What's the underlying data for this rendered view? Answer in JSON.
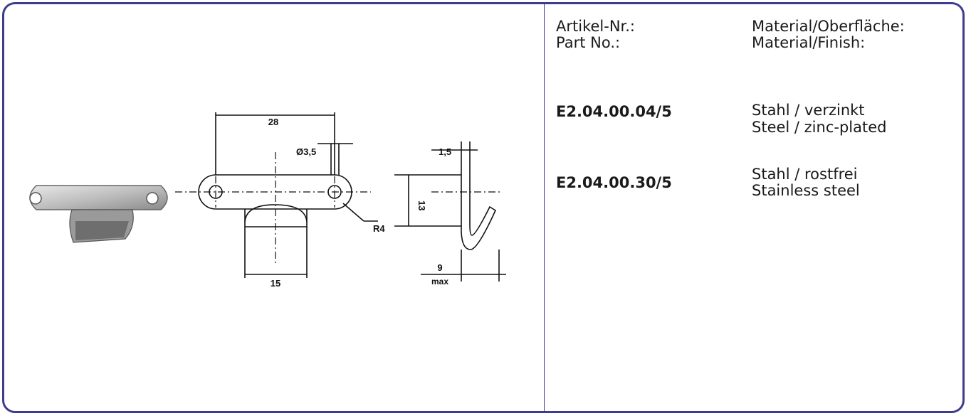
{
  "header": {
    "part_label_de": "Artikel-Nr.:",
    "part_label_en": "Part No.:",
    "material_label_de": "Material/Oberfläche:",
    "material_label_en": "Material/Finish:"
  },
  "rows": [
    {
      "part_no": "E2.04.00.04/5",
      "material_de": "Stahl / verzinkt",
      "material_en": "Steel / zinc-plated"
    },
    {
      "part_no": "E2.04.00.30/5",
      "material_de": "Stahl / rostfrei",
      "material_en": "Stainless steel"
    }
  ],
  "drawing": {
    "dim_width": "28",
    "dim_hole": "Ø3,5",
    "dim_radius": "R4",
    "dim_hook_width": "15",
    "dim_thickness": "1,5",
    "dim_height": "13",
    "dim_depth": "9",
    "dim_depth_suffix": "max"
  },
  "colors": {
    "border": "#3d3d8f"
  }
}
